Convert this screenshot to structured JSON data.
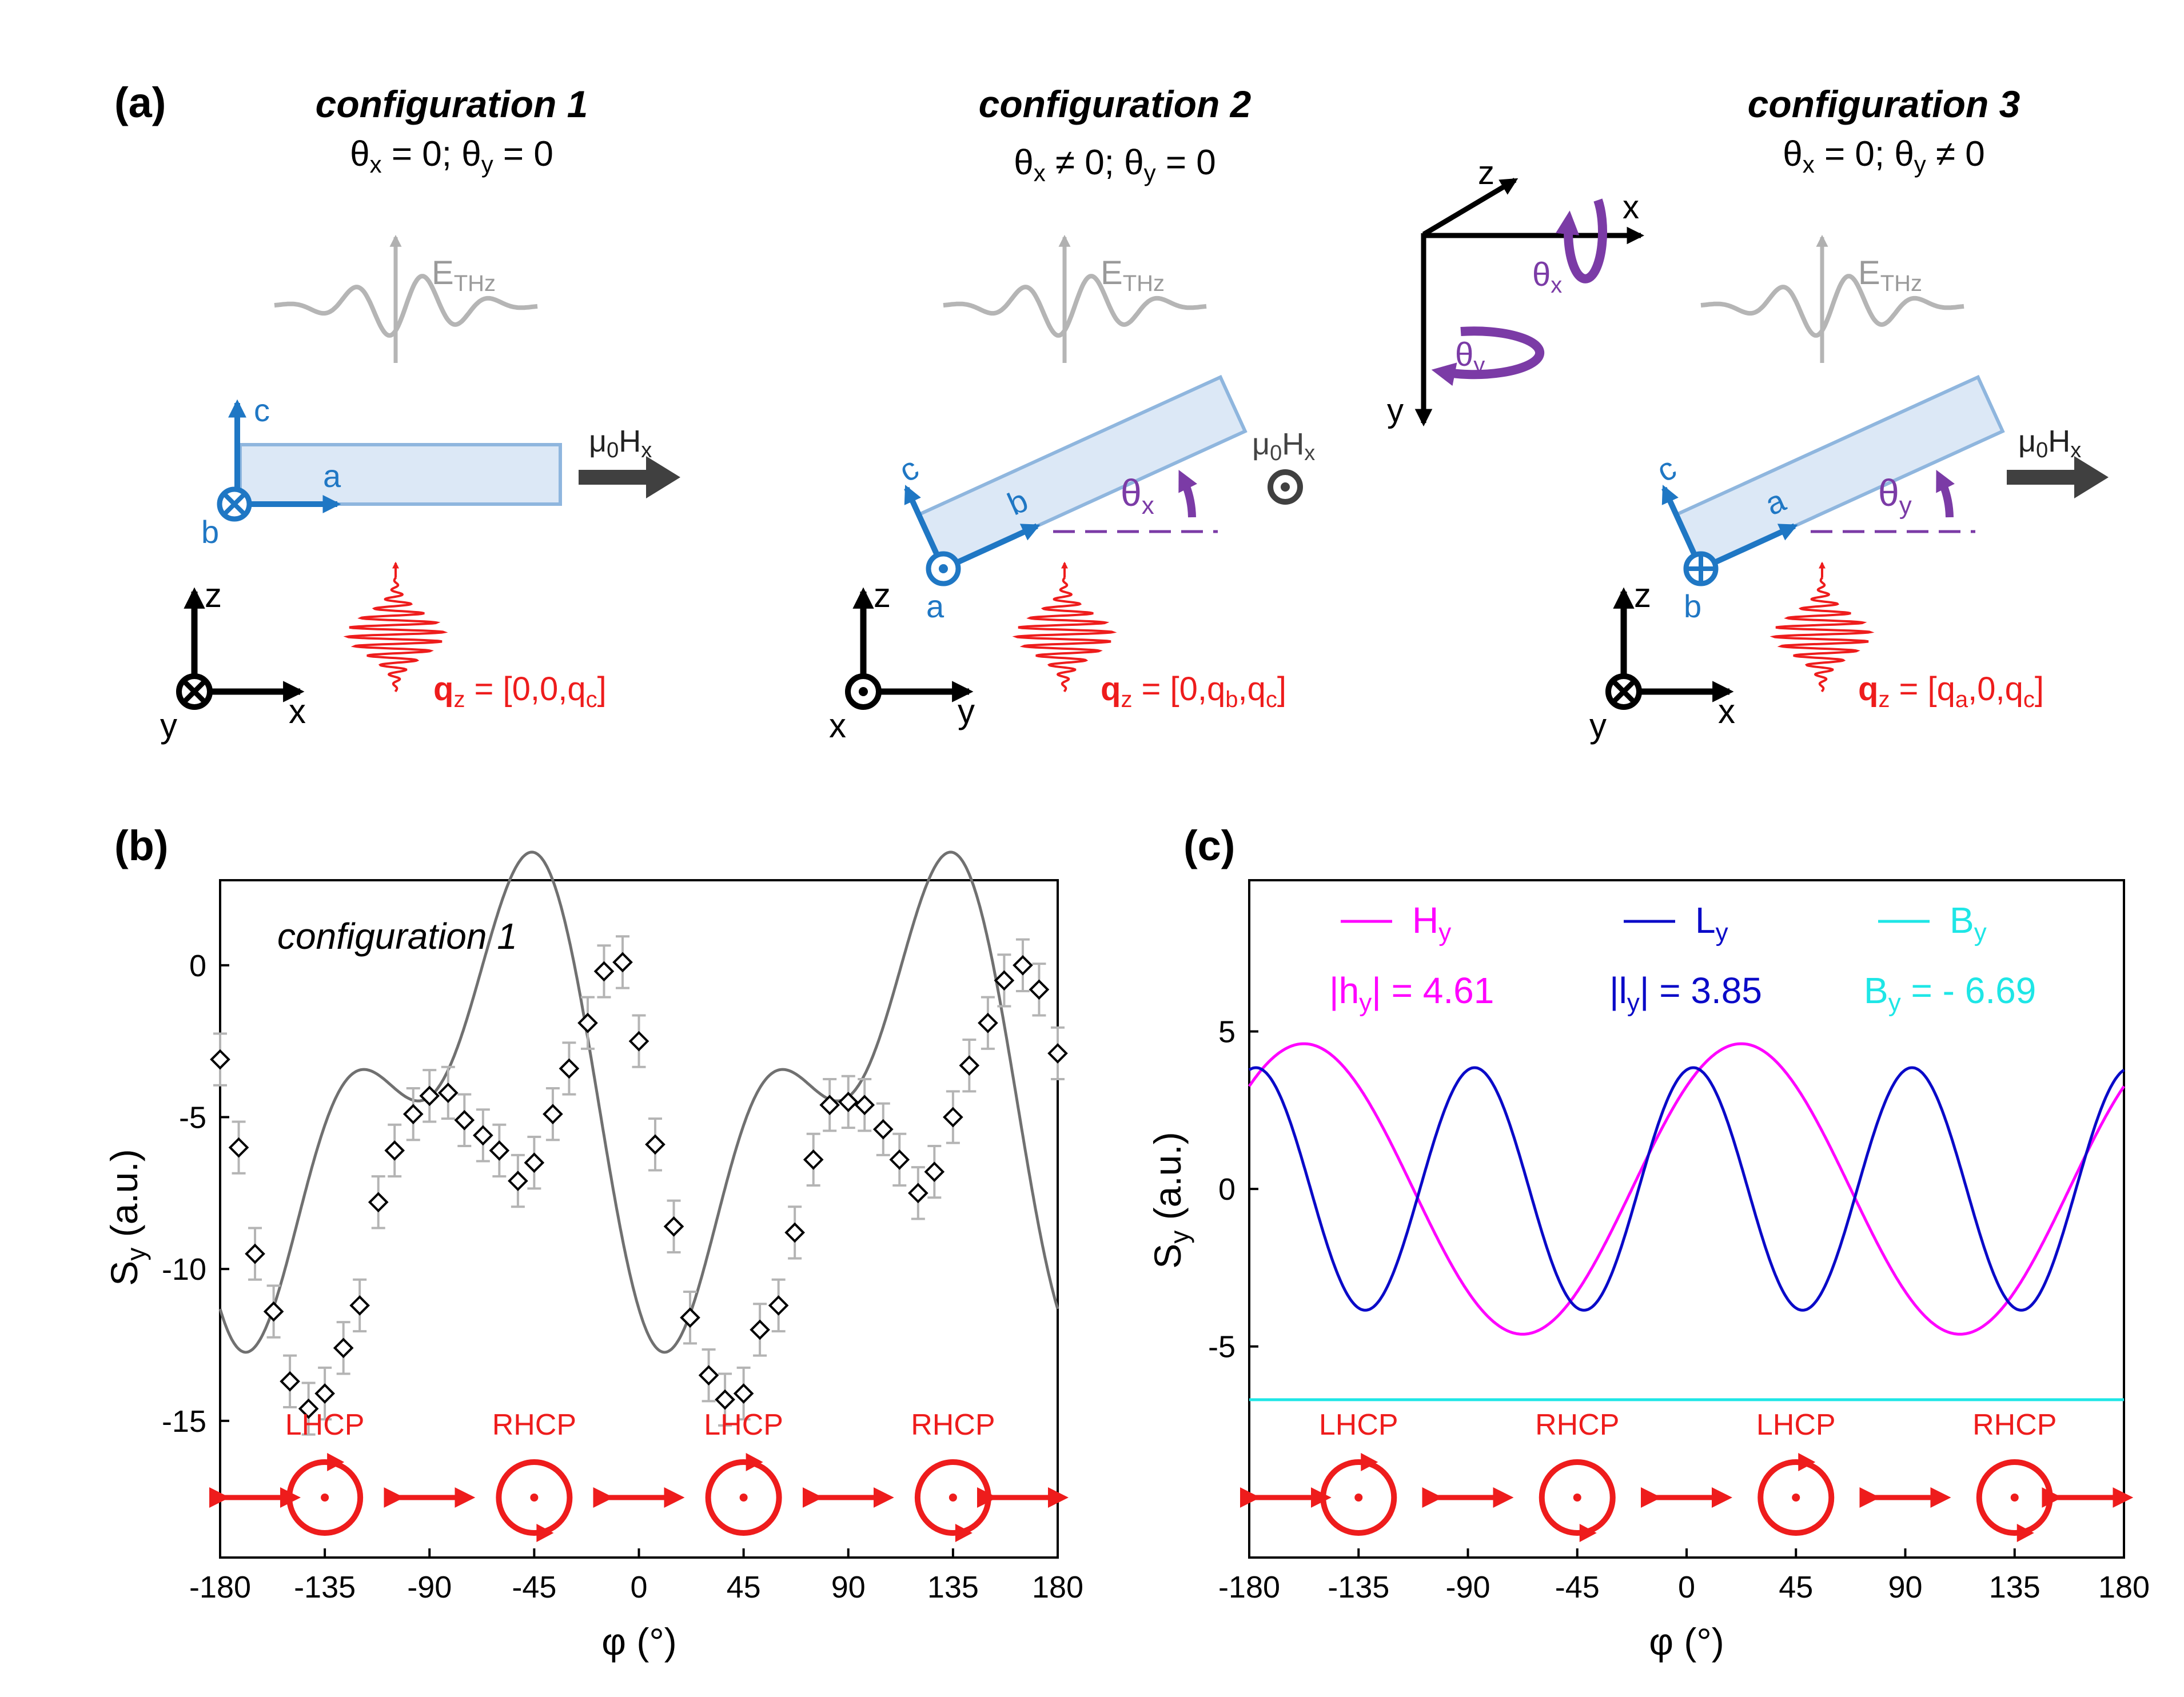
{
  "panel_a": {
    "label": "(a)",
    "configs": [
      {
        "title": "configuration 1",
        "angles": [
          {
            "sym": "θ",
            "sub": "x",
            "rest": " = 0; "
          },
          {
            "sym": "θ",
            "sub": "y",
            "rest": " = 0"
          }
        ],
        "crystal_axes": {
          "up": "c",
          "right": "a",
          "point": "b"
        },
        "lab_axes": {
          "up": "z",
          "right": "x",
          "point": "y"
        },
        "field": {
          "main": "μ",
          "sub1": "0",
          "mid": "H",
          "sub2": "x"
        },
        "q": {
          "bold": "q",
          "sub": "z",
          "pre": " = [0,0,q",
          "sub2": "c",
          "post": "]"
        },
        "thz": {
          "main": "E",
          "sub": "THz"
        }
      },
      {
        "title": "configuration 2",
        "angles": [
          {
            "sym": "θ",
            "sub": "x",
            "rest": " ≠ 0; "
          },
          {
            "sym": "θ",
            "sub": "y",
            "rest": " = 0"
          }
        ],
        "crystal_axes": {
          "up": "c",
          "right": "b",
          "point": "a"
        },
        "lab_axes": {
          "up": "z",
          "right": "y",
          "point": "x"
        },
        "field": {
          "main": "μ",
          "sub1": "0",
          "mid": "H",
          "sub2": "x"
        },
        "tilt": {
          "sym": "θ",
          "sub": "x"
        },
        "q": {
          "bold": "q",
          "sub": "z",
          "pre": " = [0,q",
          "sub2": "b",
          "mid": ",q",
          "sub3": "c",
          "post": "]"
        },
        "thz": {
          "main": "E",
          "sub": "THz"
        }
      },
      {
        "title": "configuration 3",
        "angles": [
          {
            "sym": "θ",
            "sub": "x",
            "rest": " = 0; "
          },
          {
            "sym": "θ",
            "sub": "y",
            "rest": " ≠ 0"
          }
        ],
        "crystal_axes": {
          "up": "c",
          "right": "a",
          "point": "b"
        },
        "lab_axes": {
          "up": "z",
          "right": "x",
          "point": "y"
        },
        "field": {
          "main": "μ",
          "sub1": "0",
          "mid": "H",
          "sub2": "x"
        },
        "tilt": {
          "sym": "θ",
          "sub": "y"
        },
        "q": {
          "bold": "q",
          "sub": "z",
          "pre": " = [q",
          "sub2": "a",
          "mid": ",0,q",
          "sub3": "c",
          "post": "]"
        },
        "thz": {
          "main": "E",
          "sub": "THz"
        }
      }
    ],
    "rotation_axes": {
      "z": "z",
      "x": "x",
      "y": "y",
      "theta_x": {
        "sym": "θ",
        "sub": "x"
      },
      "theta_y": {
        "sym": "θ",
        "sub": "y"
      }
    }
  },
  "colors": {
    "blue": "#1f77c4",
    "crystal_fill": "#dce8f6",
    "crystal_edge": "#8fb6de",
    "red": "#ee1c1c",
    "purple": "#7b3ba6",
    "gray": "#9a9a9a",
    "dark": "#404040",
    "magenta": "#ff00ff",
    "navy": "#0a0ac8",
    "cyan": "#1ee6e6",
    "fit": "#707070",
    "errbar": "#b4b4b4"
  },
  "chart_data": [
    {
      "type": "scatter",
      "panel_label": "(b)",
      "annotation": "configuration 1",
      "xlabel": "φ (°)",
      "ylabel": {
        "main": "S",
        "sub": "y",
        "rest": " (a.u.)"
      },
      "xlim": [
        -180,
        180
      ],
      "ylim": [
        -19.5,
        2.8
      ],
      "xticks": [
        -180,
        -135,
        -90,
        -45,
        0,
        45,
        90,
        135,
        180
      ],
      "yticks": [
        0,
        -5,
        -10,
        -15
      ],
      "grid": false,
      "polarization_labels": [
        "LHCP",
        "RHCP",
        "LHCP",
        "RHCP"
      ],
      "polarization_positions": [
        -135,
        -45,
        45,
        135
      ],
      "linear_positions": [
        -165,
        -90,
        0,
        90,
        165
      ],
      "fit_a": -6.35,
      "fit_b": -3.8,
      "fit_c": -4.3,
      "err": 0.85,
      "x": [
        -180,
        -172,
        -165,
        -157,
        -150,
        -142,
        -135,
        -127,
        -120,
        -112,
        -105,
        -97,
        -90,
        -82,
        -75,
        -67,
        -60,
        -52,
        -45,
        -37,
        -30,
        -22,
        -15,
        -7,
        0,
        7,
        15,
        22,
        30,
        37,
        45,
        52,
        60,
        67,
        75,
        82,
        90,
        97,
        105,
        112,
        120,
        127,
        135,
        142,
        150,
        157,
        165,
        172,
        180
      ],
      "y": [
        -3.1,
        -6.0,
        -9.5,
        -11.4,
        -13.7,
        -14.6,
        -14.1,
        -12.6,
        -11.2,
        -7.8,
        -6.1,
        -4.9,
        -4.3,
        -4.2,
        -5.1,
        -5.6,
        -6.1,
        -7.1,
        -6.5,
        -4.9,
        -3.4,
        -1.9,
        -0.2,
        0.1,
        -2.5,
        -5.9,
        -8.6,
        -11.6,
        -13.5,
        -14.3,
        -14.1,
        -12.0,
        -11.2,
        -8.8,
        -6.4,
        -4.6,
        -4.5,
        -4.6,
        -5.4,
        -6.4,
        -7.5,
        -6.8,
        -5.0,
        -3.3,
        -1.9,
        -0.5,
        0.0,
        -0.8,
        -2.9
      ]
    },
    {
      "type": "line",
      "panel_label": "(c)",
      "xlabel": "φ (°)",
      "ylabel": {
        "main": "S",
        "sub": "y",
        "rest": " (a.u.)"
      },
      "xlim": [
        -180,
        180
      ],
      "ylim": [
        -11.7,
        9.8
      ],
      "xticks": [
        -180,
        -135,
        -90,
        -45,
        0,
        45,
        90,
        135,
        180
      ],
      "yticks": [
        5,
        0,
        -5
      ],
      "grid": false,
      "polarization_labels": [
        "LHCP",
        "RHCP",
        "LHCP",
        "RHCP"
      ],
      "polarization_positions": [
        -135,
        -45,
        45,
        135
      ],
      "linear_positions": [
        -165,
        -90,
        0,
        90,
        165
      ],
      "series": [
        {
          "name": {
            "main": "H",
            "sub": "y",
            "rest": ""
          },
          "value_label": {
            "pre": "|h",
            "sub": "y",
            "post": "| = 4.61"
          },
          "amplitude": 4.61,
          "harmonic": 2,
          "phase_deg": 45,
          "color": "#ff00ff"
        },
        {
          "name": {
            "main": "L",
            "sub": "y",
            "rest": ""
          },
          "value_label": {
            "pre": "|l",
            "sub": "y",
            "post": "| = 3.85"
          },
          "amplitude": 3.85,
          "harmonic": 4,
          "phase_deg": 11,
          "color": "#0a0ac8"
        },
        {
          "name": {
            "main": "B",
            "sub": "y",
            "rest": ""
          },
          "value_label": {
            "pre": "B",
            "sub": "y",
            "post": " = - 6.69"
          },
          "amplitude": 0,
          "offset": -6.69,
          "harmonic": 0,
          "phase_deg": 0,
          "color": "#1ee6e6"
        }
      ]
    }
  ]
}
